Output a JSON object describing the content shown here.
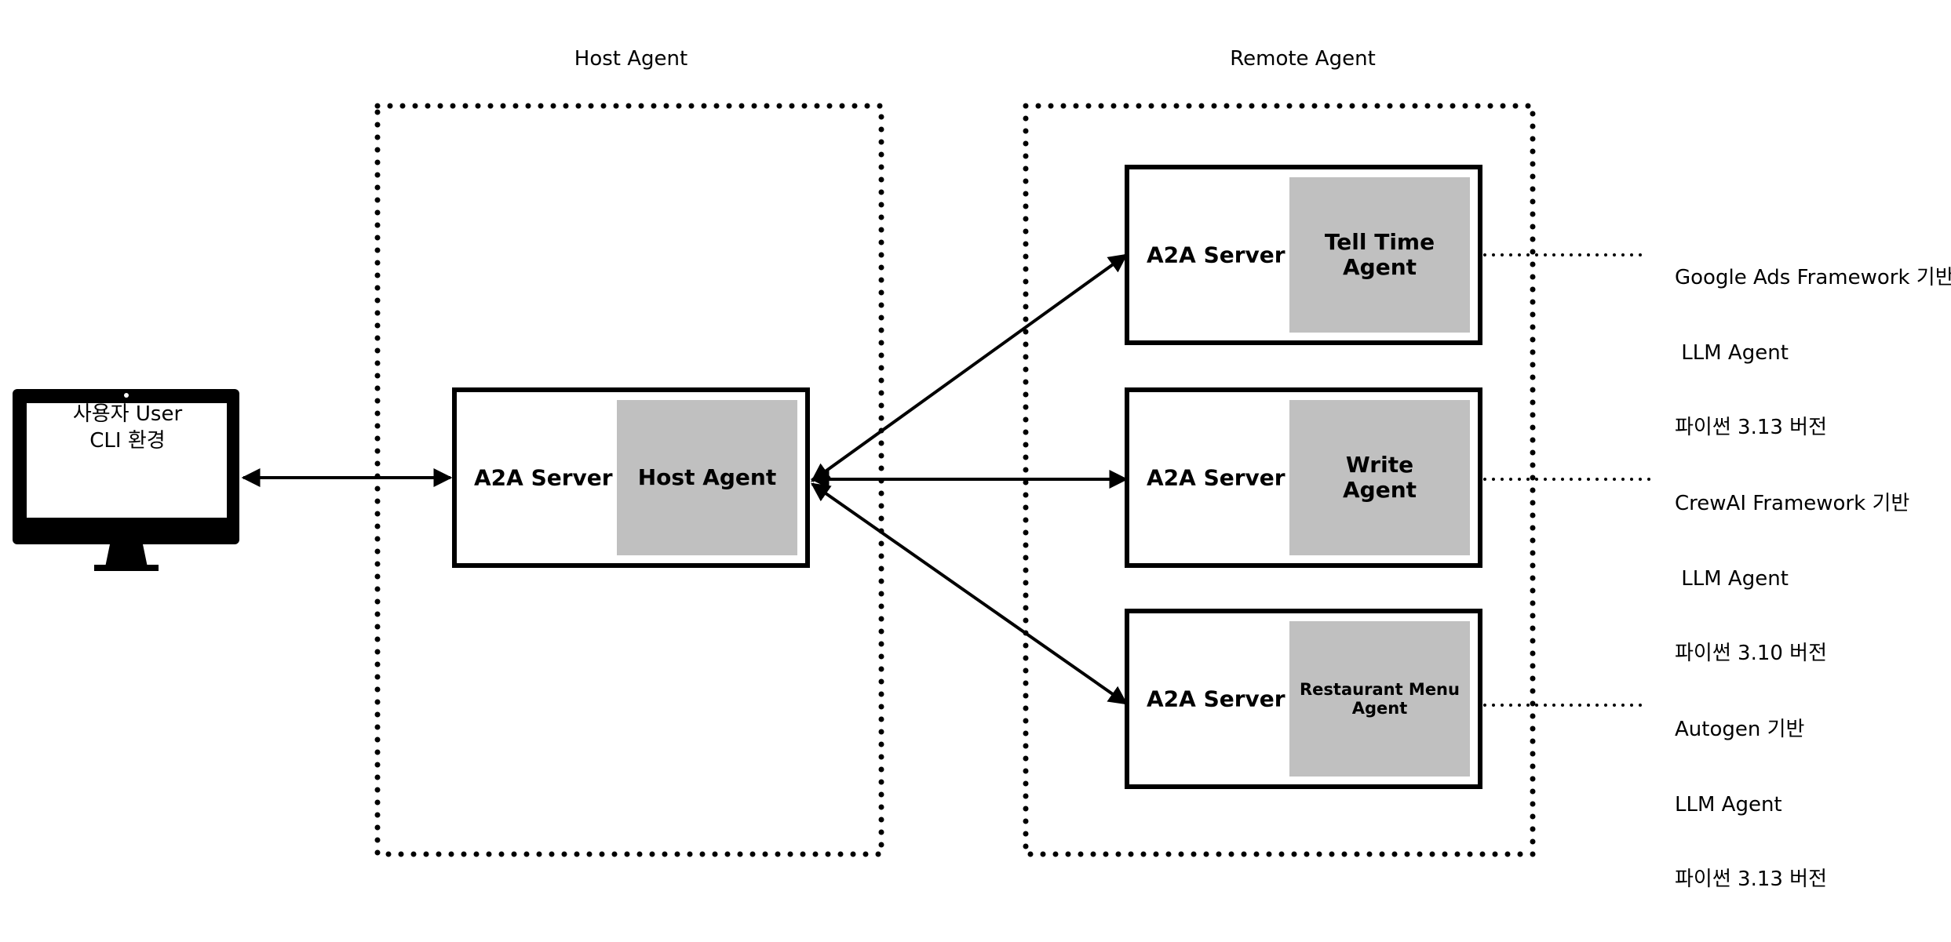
{
  "groups": {
    "host_title": "Host Agent",
    "remote_title": "Remote Agent"
  },
  "client": {
    "line1": "사용자 User",
    "line2": "CLI 환경"
  },
  "host_server": {
    "server_label": "A2A Server",
    "agent_label": "Host Agent"
  },
  "remote_servers": [
    {
      "server_label": "A2A Server",
      "agent_line1": "Tell Time",
      "agent_line2": "Agent",
      "note_line1": "Google Ads Framework 기반",
      "note_line2": " LLM Agent",
      "note_line3": "파이썬 3.13 버전"
    },
    {
      "server_label": "A2A Server",
      "agent_line1": "Write",
      "agent_line2": "Agent",
      "note_line1": "CrewAI Framework 기반",
      "note_line2": " LLM Agent",
      "note_line3": "파이썬 3.10 버전"
    },
    {
      "server_label": "A2A Server",
      "agent_line1": "Restaurant Menu",
      "agent_line2": "Agent",
      "note_line1": "Autogen 기반",
      "note_line2": "LLM Agent",
      "note_line3": "파이썬 3.13 버전"
    }
  ],
  "colors": {
    "stroke": "#000000",
    "agent_fill": "#c0c0c0",
    "background": "#ffffff"
  },
  "icons": {
    "client": "monitor-icon"
  }
}
